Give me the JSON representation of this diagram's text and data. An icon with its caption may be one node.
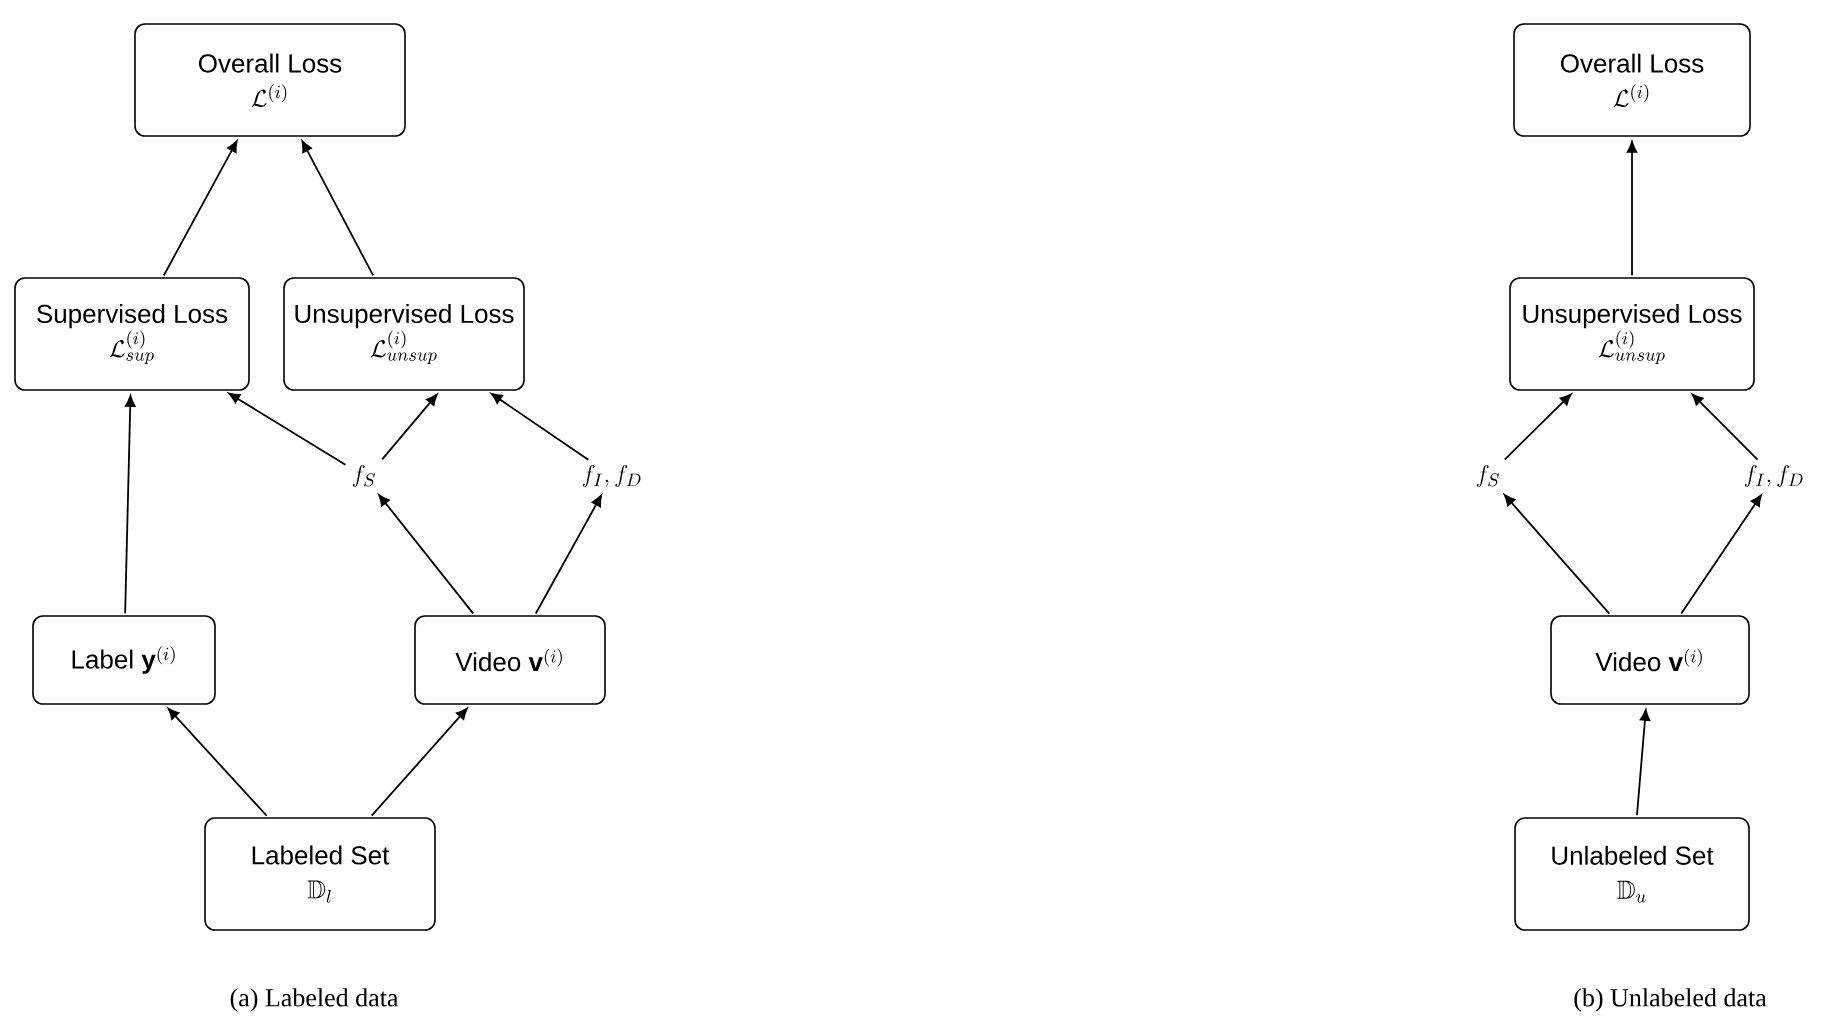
{
  "diagram": {
    "nodes": [
      {
        "text": [
          "Overall Loss",
          "\\mathcal{L}^{(i)}"
        ]
      },
      {
        "text": [
          "Supervised Loss",
          "\\mathcal{L}_{sup}^{(i)}"
        ]
      },
      {
        "text": [
          "Unsupervised Loss",
          "\\mathcal{L}_{unsup}^{(i)}"
        ]
      },
      {
        "text": [
          "f_S"
        ]
      },
      {
        "text": [
          "f_I, f_D"
        ]
      },
      {
        "text": [
          "Label",
          "\\mathbf{y}^{(i)}"
        ]
      },
      {
        "text": [
          "Video",
          "\\mathbf{v}^{(i)}"
        ]
      },
      {
        "text": [
          "Labeled Set",
          "\\mathbb{D}_l"
        ]
      },
      {
        "text": [
          "Overall Loss",
          "\\mathcal{L}^{(i)}"
        ]
      },
      {
        "text": [
          "Unsupervised Loss",
          "\\mathcal{L}_{unsup}^{(i)}"
        ]
      },
      {
        "text": [
          "f_S"
        ]
      },
      {
        "text": [
          "f_I, f_D"
        ]
      },
      {
        "text": [
          "Video",
          "\\mathbf{v}^{(i)}"
        ]
      },
      {
        "text": [
          "Unlabeled Set",
          "\\mathbb{D}_u"
        ]
      }
    ],
    "edges": [
      {
        "from": 1,
        "to": 0,
        "arrow": "to"
      },
      {
        "from": 2,
        "to": 0,
        "arrow": "to"
      },
      {
        "from": 5,
        "to": 1,
        "arrow": "to"
      },
      {
        "from": 3,
        "to": 1,
        "arrow": "to"
      },
      {
        "from": 3,
        "to": 2,
        "arrow": "to"
      },
      {
        "from": 4,
        "to": 2,
        "arrow": "to"
      },
      {
        "from": 6,
        "to": 3,
        "arrow": "to"
      },
      {
        "from": 6,
        "to": 4,
        "arrow": "to"
      },
      {
        "from": 7,
        "to": 5,
        "arrow": "to"
      },
      {
        "from": 7,
        "to": 6,
        "arrow": "to"
      },
      {
        "from": 9,
        "to": 8,
        "arrow": "to"
      },
      {
        "from": 10,
        "to": 9,
        "arrow": "to"
      },
      {
        "from": 11,
        "to": 9,
        "arrow": "to"
      },
      {
        "from": 12,
        "to": 10,
        "arrow": "to"
      },
      {
        "from": 12,
        "to": 11,
        "arrow": "to"
      },
      {
        "from": 13,
        "to": 12,
        "arrow": "to"
      }
    ],
    "labels": [
      "(a) Labeled data",
      "(b) Unlabeled data"
    ]
  }
}
